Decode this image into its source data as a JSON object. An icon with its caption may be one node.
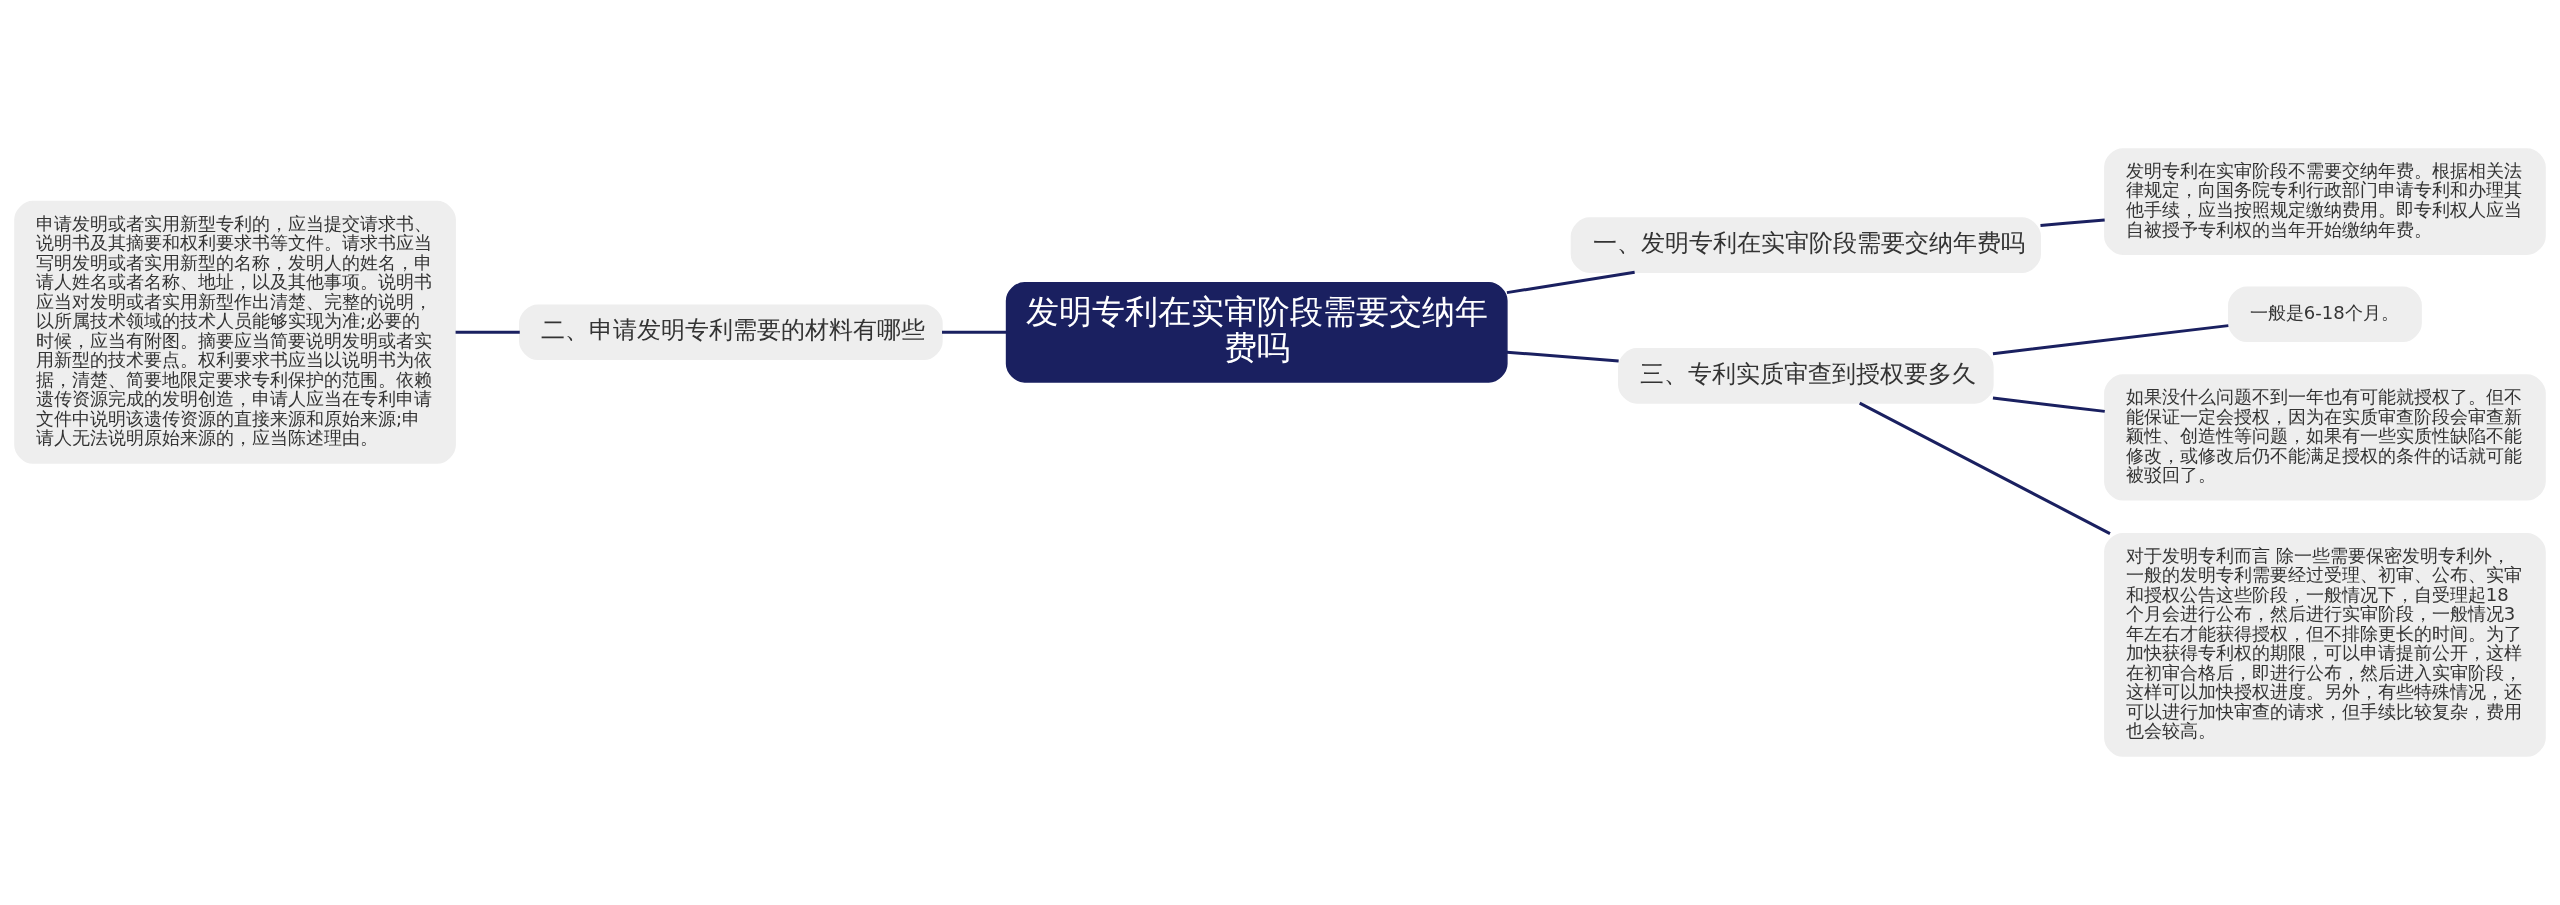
{
  "diagram": {
    "nodes": [
      {
        "text": [
          "发明专利在实审阶段需要交纳年费吗"
        ]
      },
      {
        "text": [
          "一、发明专利在实审阶段需要交纳年费吗"
        ]
      },
      {
        "text": [
          "发明专利在实审阶段不需要交纳年费。根据相关法律规定，向国务院专利行政部门申请专利和办理其他手续，应当按照规定缴纳费用。即专利权人应当自被授予专利权的当年开始缴纳年费。"
        ]
      },
      {
        "text": [
          "二、申请发明专利需要的材料有哪些"
        ]
      },
      {
        "text": [
          "申请发明或者实用新型专利的，应当提交请求书、说明书及其摘要和权利要求书等文件。请求书应当写明发明或者实用新型的名称，发明人的姓名，申请人姓名或者名称、地址，以及其他事项。说明书应当对发明或者实用新型作出清楚、完整的说明，以所属技术领域的技术人员能够实现为准;必要的时候，应当有附图。摘要应当简要说明发明或者实用新型的技术要点。权利要求书应当以说明书为依据，清楚、简要地限定要求专利保护的范围。依赖遗传资源完成的发明创造，申请人应当在专利申请文件中说明该遗传资源的直接来源和原始来源;申请人无法说明原始来源的，应当陈述理由。"
        ]
      },
      {
        "text": [
          "三、专利实质审查到授权要多久"
        ]
      },
      {
        "text": [
          "一般是6-18个月。"
        ]
      },
      {
        "text": [
          "如果没什么问题不到一年也有可能就授权了。但不能保证一定会授权，因为在实质审查阶段会审查新颖性、创造性等问题，如果有一些实质性缺陷不能修改，或修改后仍不能满足授权的条件的话就可能被驳回了。"
        ]
      },
      {
        "text": [
          "对于发明专利而言 除一些需要保密发明专利外，一般的发明专利需要经过受理、初审、公布、实审和授权公告这些阶段，一般情况下，自受理起18个月会进行公布，然后进行实审阶段，一般情况3年左右才能获得授权，但不排除更长的时间。为了加快获得专利权的期限，可以申请提前公开，这样在初审合格后，即进行公布，然后进入实审阶段，这样可以加快授权进度。另外，有些特殊情况，还可以进行加快审查的请求，但手续比较复杂，费用也会较高。"
        ]
      }
    ],
    "edges": [
      {
        "from": 0,
        "to": 1,
        "arrow": "none"
      },
      {
        "from": 1,
        "to": 2,
        "arrow": "none"
      },
      {
        "from": 0,
        "to": 3,
        "arrow": "none"
      },
      {
        "from": 3,
        "to": 4,
        "arrow": "none"
      },
      {
        "from": 0,
        "to": 5,
        "arrow": "none"
      },
      {
        "from": 5,
        "to": 6,
        "arrow": "none"
      },
      {
        "from": 5,
        "to": 7,
        "arrow": "none"
      },
      {
        "from": 5,
        "to": 8,
        "arrow": "none"
      }
    ]
  }
}
